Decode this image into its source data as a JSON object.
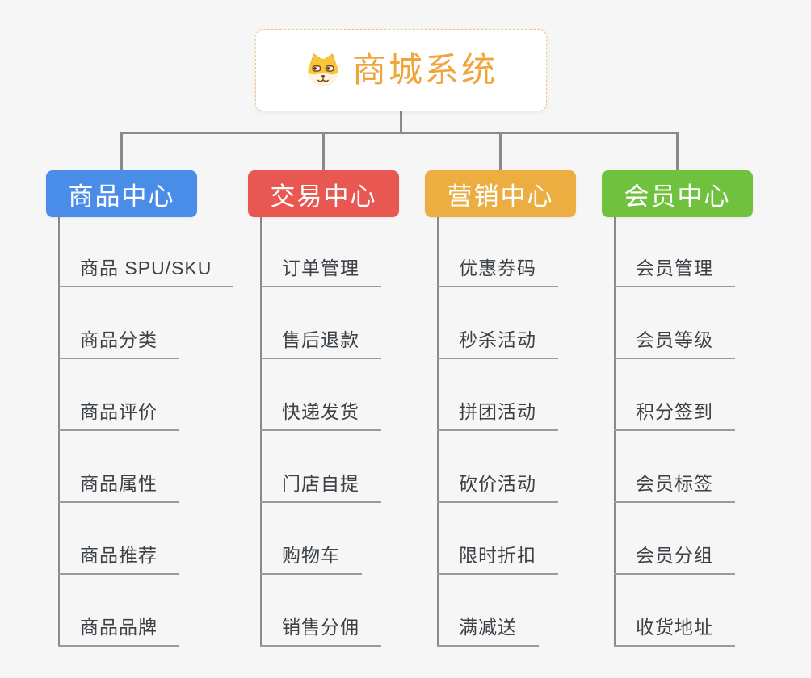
{
  "colors": {
    "background": "#F6F6F6",
    "connector": "#8A8A8A",
    "leaf_line": "#9B9B9B",
    "leaf_text": "#3C4146",
    "root_text": "#F0A43C",
    "root_border": "#F0C48D",
    "root_bg": "#FFFFFF",
    "branch_text": "#FFFFFF"
  },
  "root": {
    "label": "商城系统",
    "icon": "shiba-dog-icon"
  },
  "branches": [
    {
      "id": "product-center",
      "label": "商品中心",
      "color": "#4A8DE8",
      "children": [
        "商品 SPU/SKU",
        "商品分类",
        "商品评价",
        "商品属性",
        "商品推荐",
        "商品品牌"
      ]
    },
    {
      "id": "trade-center",
      "label": "交易中心",
      "color": "#E95752",
      "children": [
        "订单管理",
        "售后退款",
        "快递发货",
        "门店自提",
        "购物车",
        "销售分佣"
      ]
    },
    {
      "id": "marketing-center",
      "label": "营销中心",
      "color": "#ECAE41",
      "children": [
        "优惠券码",
        "秒杀活动",
        "拼团活动",
        "砍价活动",
        "限时折扣",
        "满减送"
      ]
    },
    {
      "id": "member-center",
      "label": "会员中心",
      "color": "#6FC13E",
      "children": [
        "会员管理",
        "会员等级",
        "积分签到",
        "会员标签",
        "会员分组",
        "收货地址"
      ]
    }
  ]
}
